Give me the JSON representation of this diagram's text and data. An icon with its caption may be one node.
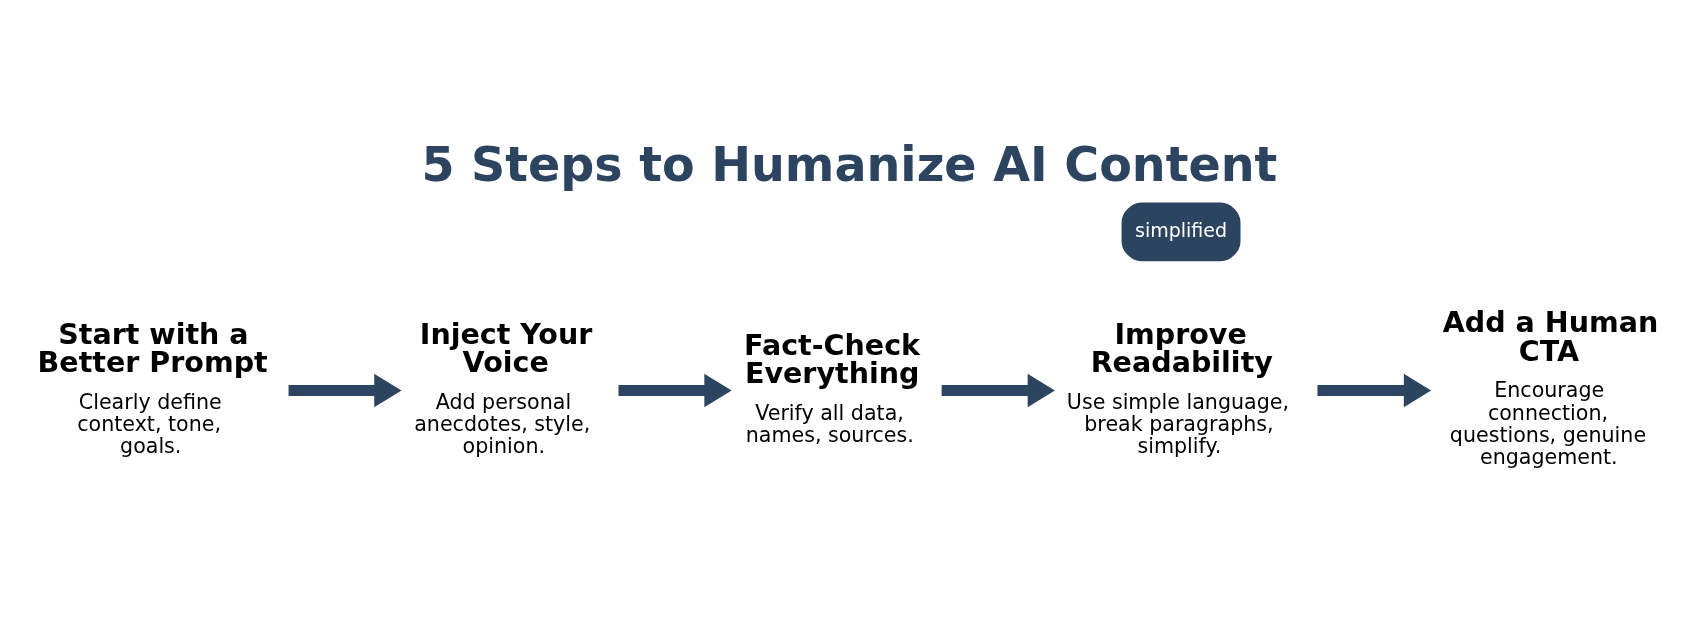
{
  "diagram": {
    "title": "5 Steps to Humanize AI Content",
    "nodes": [
      {
        "text": [
          "Start with a Better Prompt",
          "Clearly define context, tone, goals."
        ]
      },
      {
        "text": [
          "Inject Your Voice",
          "Add personal anecdotes, style, opinion."
        ]
      },
      {
        "text": [
          "Fact-Check Everything",
          "Verify all data, names, sources."
        ]
      },
      {
        "text": [
          "Improve Readability",
          "Use simple language, break paragraphs, simplify."
        ]
      },
      {
        "text": [
          "Add a Human CTA",
          "Encourage connection, questions, genuine engagement."
        ]
      }
    ],
    "edges": [
      {
        "from": 0,
        "to": 1,
        "arrow": "to"
      },
      {
        "from": 1,
        "to": 2,
        "arrow": "to"
      },
      {
        "from": 2,
        "to": 3,
        "arrow": "to"
      },
      {
        "from": 3,
        "to": 4,
        "arrow": "to"
      }
    ],
    "labels": [
      "simplified"
    ]
  }
}
